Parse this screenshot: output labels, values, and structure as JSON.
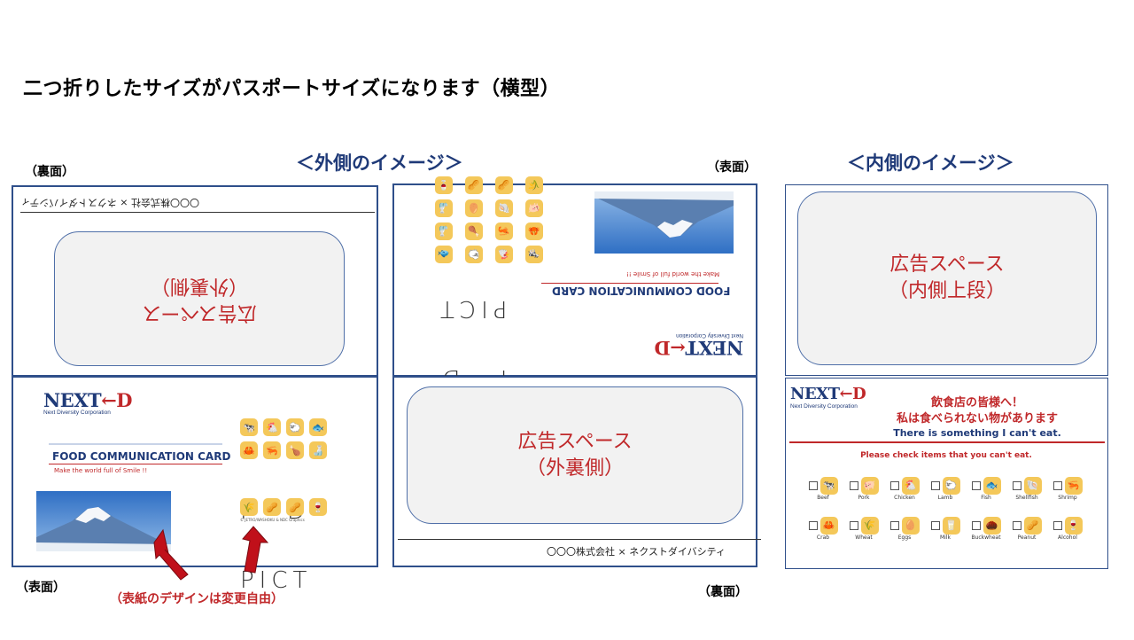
{
  "title": "二つ折りしたサイズがパスポートサイズになります（横型）",
  "headings": {
    "outer": "＜外側のイメージ＞",
    "inner": "＜内側のイメージ＞"
  },
  "side_labels": {
    "back_top_left": "（裏面）",
    "front_top_right": "（表面）",
    "front_bottom_left": "（表面）",
    "back_bottom_right": "（裏面）"
  },
  "ads": {
    "outer_back_rotated": "広告スペース\n（外裏側）",
    "outer_back": "広告スペース\n（外裏側）",
    "inner_top": "広告スペース\n（内側上段）"
  },
  "company_line": "〇〇〇株式会社 × ネクストダイバシティ",
  "logo": {
    "text": "NEXT",
    "arrow": "←",
    "d": "D",
    "sub": "Next Diversity Corporation"
  },
  "card_title": "FOOD COMMUNICATION CARD",
  "tagline": "Make the world full of Smile !!",
  "pict_rows": [
    "F　D",
    "PICT"
  ],
  "pict_copyright": "© JETRO/WASHOKU & NDC Graphics",
  "icons_front": [
    "🐄",
    "🐔",
    "🐑",
    "🐟",
    "🦀",
    "🦐",
    "🍗",
    "🍶",
    "🐖",
    "🐚",
    "🥚",
    "🍶",
    "🌾",
    "🥜",
    "🥜",
    "🍷"
  ],
  "caption": "（表紙のデザインは変更自由）",
  "inner_bottom": {
    "line1": "飲食店の皆様へ！",
    "line2": "私は食べられない物があります",
    "line3": "There is something I can't eat.",
    "line4": "Please check items that you can't eat.",
    "row1": [
      {
        "icon": "🐄",
        "label": "Beef"
      },
      {
        "icon": "🐖",
        "label": "Pork"
      },
      {
        "icon": "🐔",
        "label": "Chicken"
      },
      {
        "icon": "🐑",
        "label": "Lamb"
      },
      {
        "icon": "🐟",
        "label": "Fish"
      },
      {
        "icon": "🐚",
        "label": "Shellfish"
      },
      {
        "icon": "🦐",
        "label": "Shrimp"
      }
    ],
    "row2": [
      {
        "icon": "🦀",
        "label": "Crab"
      },
      {
        "icon": "🌾",
        "label": "Wheat"
      },
      {
        "icon": "🥚",
        "label": "Eggs"
      },
      {
        "icon": "🥛",
        "label": "Milk"
      },
      {
        "icon": "🌰",
        "label": "Buckwheat"
      },
      {
        "icon": "🥜",
        "label": "Peanut"
      },
      {
        "icon": "🍷",
        "label": "Alcohol"
      }
    ]
  },
  "colors": {
    "accent_red": "#c0282a",
    "accent_blue": "#1f3a78",
    "tile": "#f4c85a"
  }
}
